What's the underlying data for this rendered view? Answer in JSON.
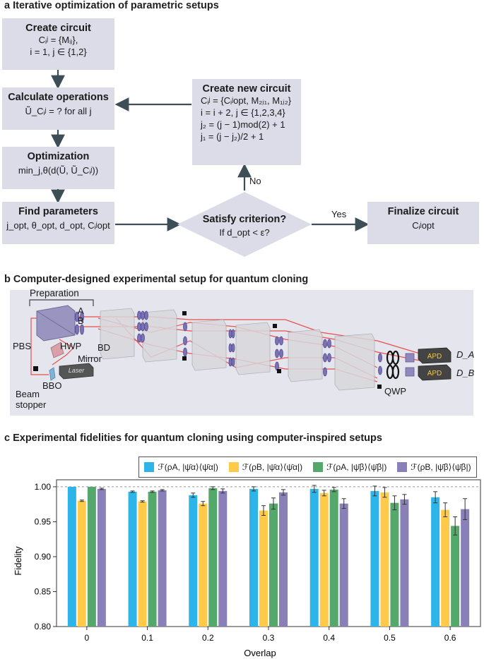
{
  "panel_a": {
    "title": "a Iterative optimization of parametric setups",
    "create_circuit": {
      "title": "Create circuit",
      "line1": "Cᵢʲ = {Mᵢⱼ},",
      "line2": "i = 1, j ∈ {1,2}"
    },
    "calculate_operations": {
      "title": "Calculate operations",
      "line1": "Ũ_Cᵢʲ = ? for all j"
    },
    "optimization": {
      "title": "Optimization",
      "line1": "min_j,θ(d(Ũ, Ũ_Cᵢʲ))"
    },
    "find_parameters": {
      "title": "Find parameters",
      "line1": "j_opt, θ_opt, d_opt, Cᵢʲopt"
    },
    "create_new_circuit": {
      "title": "Create new circuit",
      "line1": "Cᵢʲ = {Cᵢʲopt, M₂ⱼ₁, M₁ⱼ₂}",
      "line2": "i = i + 2, j ∈ {1,2,3,4}",
      "line3": "j₂ = (j − 1)mod(2) + 1",
      "line4": "j₁ = (j − j₂)/2 + 1"
    },
    "satisfy": {
      "title": "Satisfy criterion?",
      "line1": "If d_opt < ε?"
    },
    "finalize": {
      "title": "Finalize circuit",
      "line1": "Cᵢʲopt"
    },
    "no_label": "No",
    "yes_label": "Yes"
  },
  "panel_b": {
    "title": "b Computer-designed experimental setup for quantum cloning",
    "labels": {
      "preparation": "Preparation",
      "a": "A",
      "b": "B",
      "pbs": "PBS",
      "hwp": "HWP",
      "bd": "BD",
      "mirror": "Mirror",
      "laser": "Laser",
      "bbo": "BBO",
      "beam_stopper": "Beam stopper",
      "qwp": "QWP",
      "apd1": "APD",
      "apd2": "APD",
      "da": "D_A",
      "db": "D_B"
    }
  },
  "panel_c": {
    "title": "c Experimental fidelities for quantum cloning using computer-inspired setups",
    "chart_data": {
      "type": "bar",
      "xlabel": "Overlap",
      "ylabel": "Fidelity",
      "categories": [
        "0",
        "0.1",
        "0.2",
        "0.3",
        "0.4",
        "0.5",
        "0.6"
      ],
      "ylim": [
        0.8,
        1.01
      ],
      "yticks": [
        "0.80",
        "0.85",
        "0.90",
        "0.95",
        "1.00"
      ],
      "reference_line": 1.0,
      "legend_position": "top-right",
      "series": [
        {
          "name": "ℱ(ρA, |ψ̄α⟩⟨ψ̄α|)",
          "color": "#2db4e8",
          "values": [
            1.0,
            0.993,
            0.988,
            0.997,
            0.997,
            0.994,
            0.985
          ],
          "errors": [
            0.0,
            0.001,
            0.003,
            0.003,
            0.005,
            0.007,
            0.008
          ]
        },
        {
          "name": "ℱ(ρB, |ψ̄α⟩⟨ψ̄α|)",
          "color": "#ffc94a",
          "values": [
            0.98,
            0.979,
            0.976,
            0.966,
            0.991,
            0.992,
            0.967
          ],
          "errors": [
            0.001,
            0.001,
            0.003,
            0.007,
            0.004,
            0.007,
            0.01
          ]
        },
        {
          "name": "ℱ(ρA, |ψ̄β⟩⟨ψ̄β|)",
          "color": "#55a86b",
          "values": [
            1.0,
            0.993,
            0.998,
            0.976,
            0.996,
            0.977,
            0.944
          ],
          "errors": [
            0.0,
            0.001,
            0.002,
            0.008,
            0.003,
            0.01,
            0.013
          ]
        },
        {
          "name": "ℱ(ρB, |ψ̄β⟩⟨ψ̄β|)",
          "color": "#8a80b8",
          "values": [
            0.997,
            0.995,
            0.994,
            0.992,
            0.976,
            0.982,
            0.968
          ],
          "errors": [
            0.001,
            0.001,
            0.003,
            0.004,
            0.007,
            0.007,
            0.015
          ]
        }
      ]
    }
  }
}
